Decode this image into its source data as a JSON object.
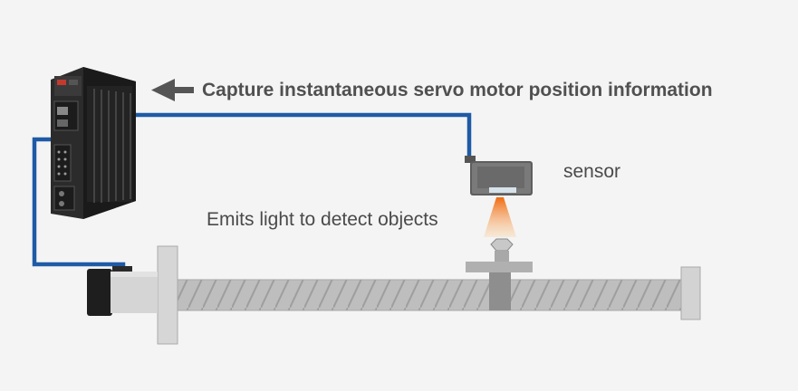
{
  "labels": {
    "caption": "Capture instantaneous servo motor position information",
    "sensor": "sensor",
    "emit": "Emits light to detect objects"
  },
  "icons": {
    "arrow": "arrow-left-icon",
    "drive": "servo-drive-icon",
    "sensor": "photoelectric-sensor-icon",
    "motor": "servo-motor-icon"
  },
  "colors": {
    "background": "#f4f4f4",
    "cable": "#1f5aa6",
    "drive": "#2a2a2a",
    "screw": "#bdbdbd",
    "light_beam": "#f07a1c"
  }
}
